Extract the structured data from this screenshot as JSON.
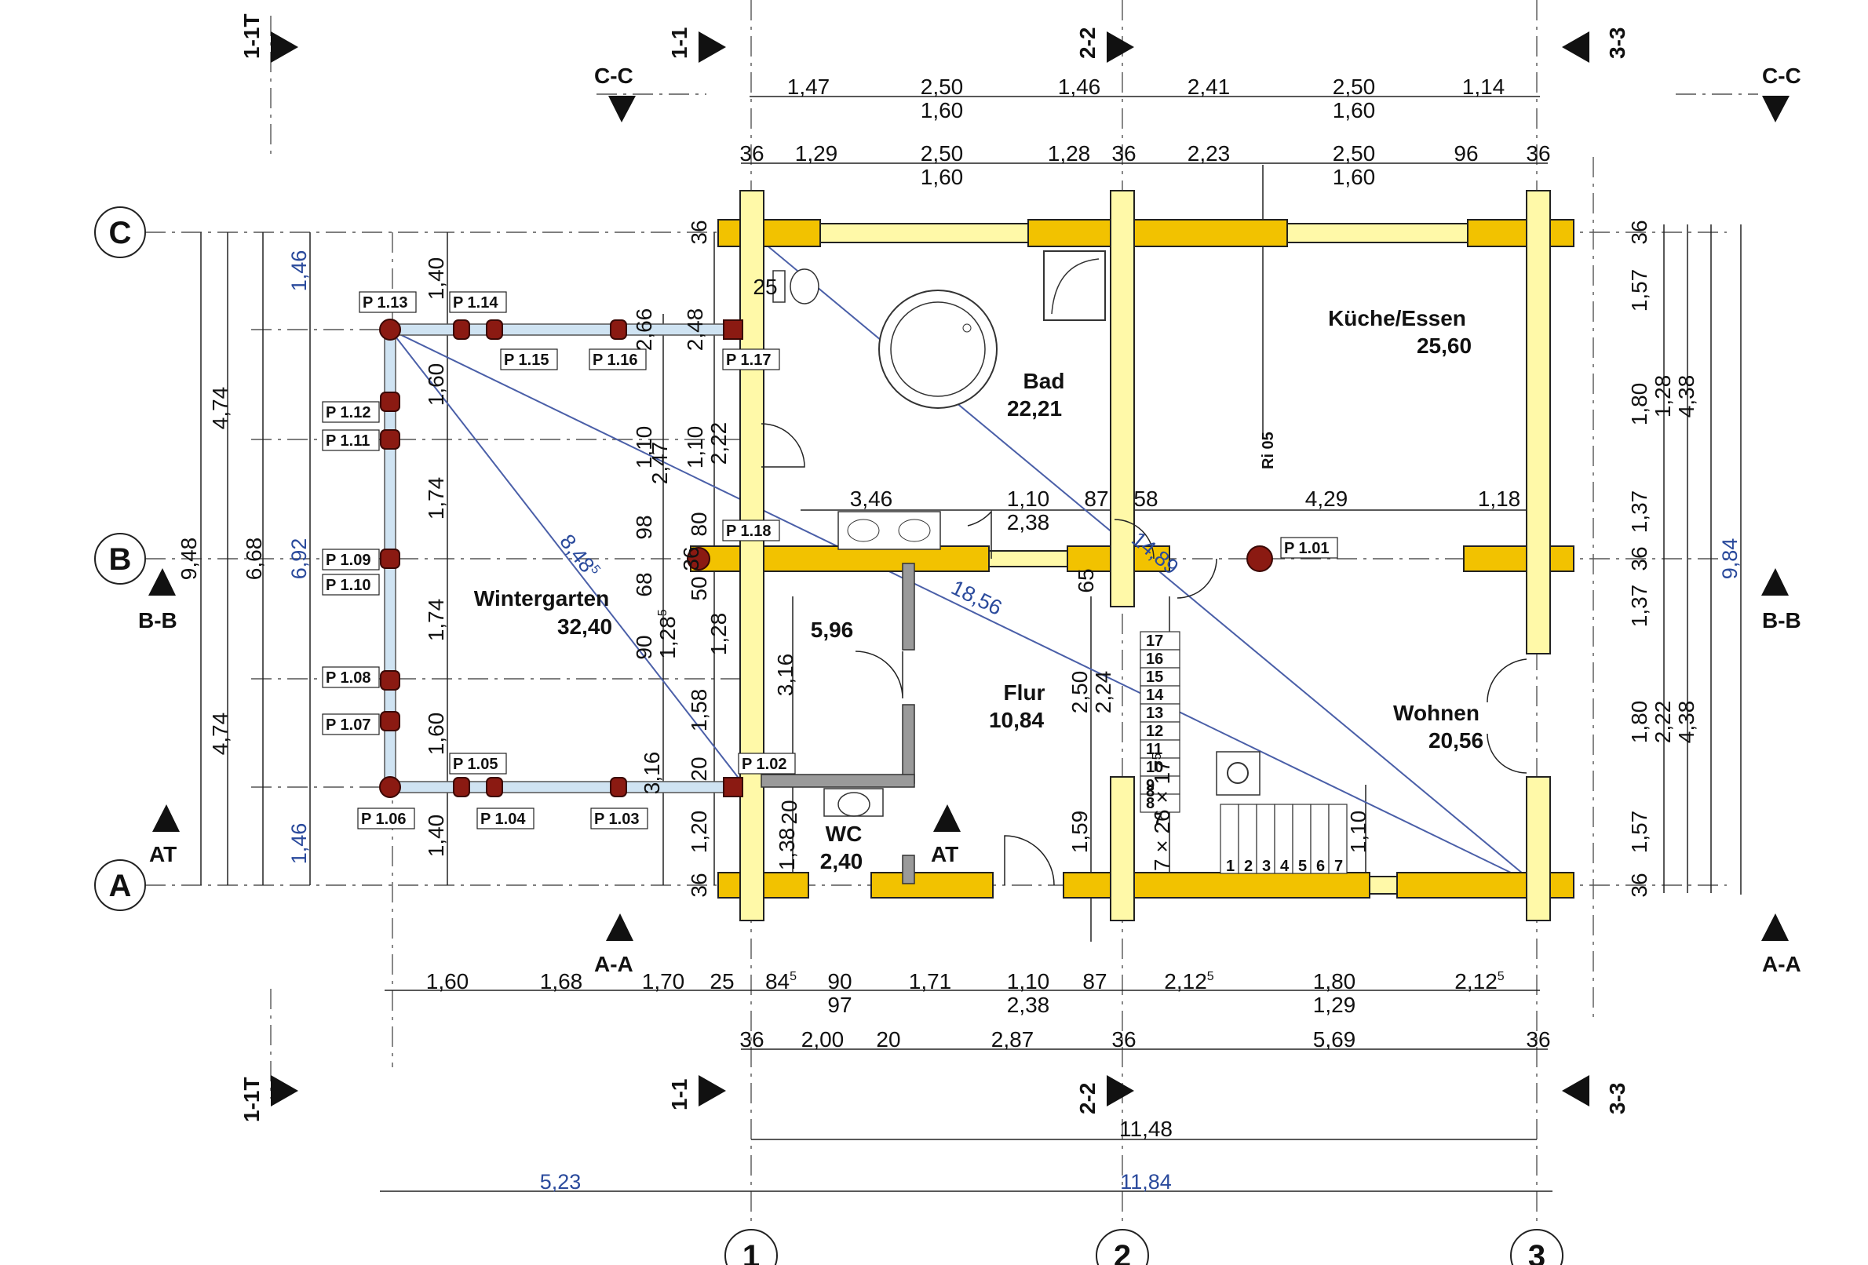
{
  "axes": {
    "rows": [
      "C",
      "B",
      "A"
    ],
    "cols": [
      "1",
      "2",
      "3"
    ]
  },
  "sections": [
    "1-1T",
    "1-1",
    "2-2",
    "3-3",
    "C-C",
    "B-B",
    "A-A",
    "AT"
  ],
  "rooms": [
    {
      "name": "Bad",
      "area": "22,21"
    },
    {
      "name": "Küche/Essen",
      "area": "25,60"
    },
    {
      "name": "Wintergarten",
      "area": "32,40"
    },
    {
      "name": "",
      "area": "5,96"
    },
    {
      "name": "Flur",
      "area": "10,84"
    },
    {
      "name": "WC",
      "area": "2,40"
    },
    {
      "name": "Wohnen",
      "area": "20,56"
    }
  ],
  "posts": [
    "P 1.13",
    "P 1.14",
    "P 1.15",
    "P 1.16",
    "P 1.17",
    "P 1.12",
    "P 1.11",
    "P 1.18",
    "P 1.09",
    "P 1.10",
    "P 1.08",
    "P 1.07",
    "P 1.05",
    "P 1.02",
    "P 1.06",
    "P 1.04",
    "P 1.03",
    "P 1.01"
  ],
  "ri": "Ri 05",
  "stairs": {
    "label": "7 × 26 × 17",
    "sup": "5",
    "steps": [
      "17",
      "16",
      "15",
      "14",
      "13",
      "12",
      "11",
      "10",
      "9",
      "8",
      "7",
      "6",
      "5",
      "4",
      "3",
      "2",
      "1"
    ]
  },
  "diagonals": {
    "d1": "8,48",
    "d1sup": "5",
    "d2": "18,56",
    "d3": "14,89"
  },
  "dims": {
    "top1": [
      "1,47",
      "2,50",
      "1,46",
      "2,41",
      "2,50",
      "1,14"
    ],
    "top1b": [
      "1,60",
      "1,60"
    ],
    "top2": [
      "36",
      "1,29",
      "2,50",
      "1,28",
      "36",
      "2,23",
      "2,50",
      "96",
      "36"
    ],
    "top2b": [
      "1,60",
      "1,60"
    ],
    "bot1": [
      "1,60",
      "1,68",
      "1,70",
      "25",
      "84",
      "90",
      "1,71",
      "1,10",
      "87",
      "2,12",
      "1,80",
      "2,12"
    ],
    "bot1sup": [
      "5",
      "5",
      "5"
    ],
    "bot1b": [
      "97",
      "2,38",
      "1,29"
    ],
    "bot2": [
      "36",
      "2,00",
      "20",
      "2,87",
      "36",
      "5,69",
      "36"
    ],
    "total_a": "11,48",
    "total_b": "5,23",
    "total_c": "11,84",
    "left_outer": [
      "4,74",
      "4,74"
    ],
    "left_mid": [
      "9,48",
      "6,68"
    ],
    "left_blue": [
      "1,46",
      "6,92",
      "1,46"
    ],
    "left_inner": [
      "1,40",
      "1,60",
      "1,74",
      "1,74",
      "1,60",
      "1,40"
    ],
    "mid": [
      "2,66",
      "2,48",
      "1,10",
      "2,47",
      "1,10",
      "2,22",
      "98",
      "80",
      "68",
      "50",
      "36",
      "90",
      "1,28",
      "1,28",
      "1,58",
      "3,16",
      "20",
      "3,16",
      "20",
      "1,20",
      "1,38",
      "36",
      "36"
    ],
    "mid_sup": "5",
    "center": [
      "3,46",
      "1,10",
      "2,38",
      "87",
      "58",
      "4,29",
      "1,18",
      "65",
      "2,50",
      "2,24",
      "1,59",
      "1,10",
      "25"
    ],
    "right1": [
      "1,57",
      "1,80",
      "1,37",
      "1,37",
      "1,80",
      "1,57",
      "36",
      "36",
      "36"
    ],
    "right2": [
      "1,28",
      "2,22"
    ],
    "right3": [
      "4,38",
      "4,38"
    ],
    "right_blue": "9,84"
  }
}
